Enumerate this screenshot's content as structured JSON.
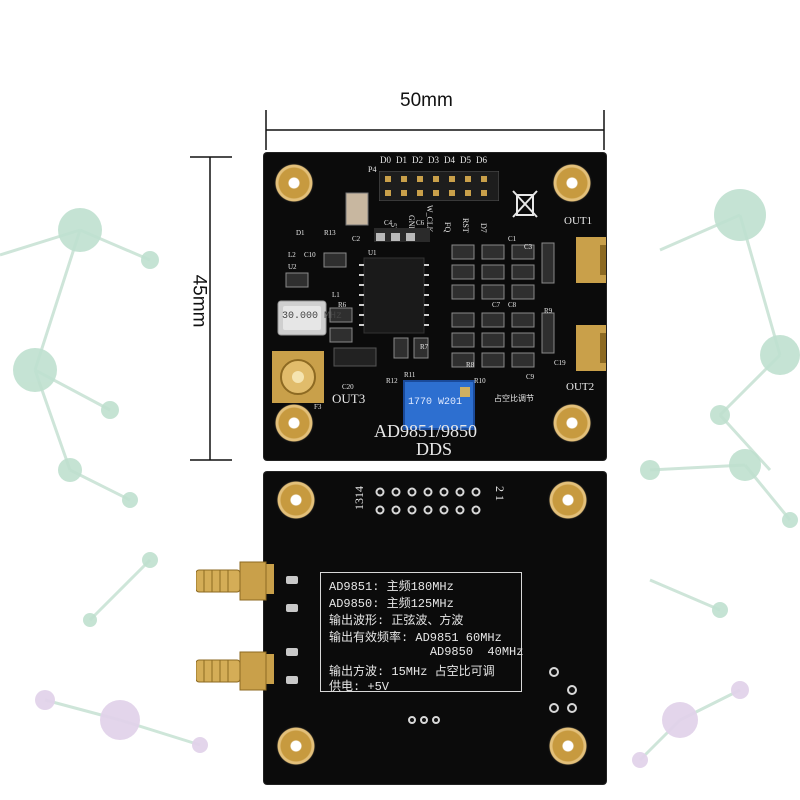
{
  "dimensions": {
    "width_label": "50mm",
    "height_label": "45mm"
  },
  "front_board": {
    "header_top_labels": [
      "D0",
      "D1",
      "D2",
      "D3",
      "D4",
      "D5",
      "D6"
    ],
    "header_bottom_labels": [
      "5V",
      "GND",
      "W_CLK",
      "FQ",
      "RST",
      "D7"
    ],
    "header_ref": "P4",
    "out1": "OUT1",
    "out2": "OUT2",
    "out3": "OUT3",
    "crystal": "30.000 MHz",
    "pot_text": "1770 W201",
    "title_line1": "AD9851/9850",
    "title_line2": "DDS",
    "side_note": "占空比调节",
    "refs": [
      "D1",
      "R13",
      "C2",
      "L2",
      "C10",
      "U2",
      "L1",
      "R6",
      "F3",
      "C20",
      "R12",
      "R11",
      "R10",
      "R7",
      "R8",
      "R9",
      "C19",
      "C1",
      "C3",
      "C4",
      "C6",
      "C7",
      "C8",
      "C9",
      "U1"
    ]
  },
  "back_board": {
    "pin_labels_left": "1314",
    "pin_labels_right": "2 1",
    "spec_lines": [
      "AD9851: 主频180MHz",
      "AD9850: 主频125MHz",
      "输出波形: 正弦波、方波",
      "输出有效频率: AD9851  60MHz",
      "              AD9850  40MHz",
      "输出方波: 15MHz  占空比可调",
      "供电: +5V"
    ]
  },
  "colors": {
    "pcb": "#0b0b0b",
    "gold": "#c9a04a",
    "network_green": "#b7dcc8",
    "network_purple": "#dccbe6",
    "pot_blue": "#2d6fd0"
  }
}
